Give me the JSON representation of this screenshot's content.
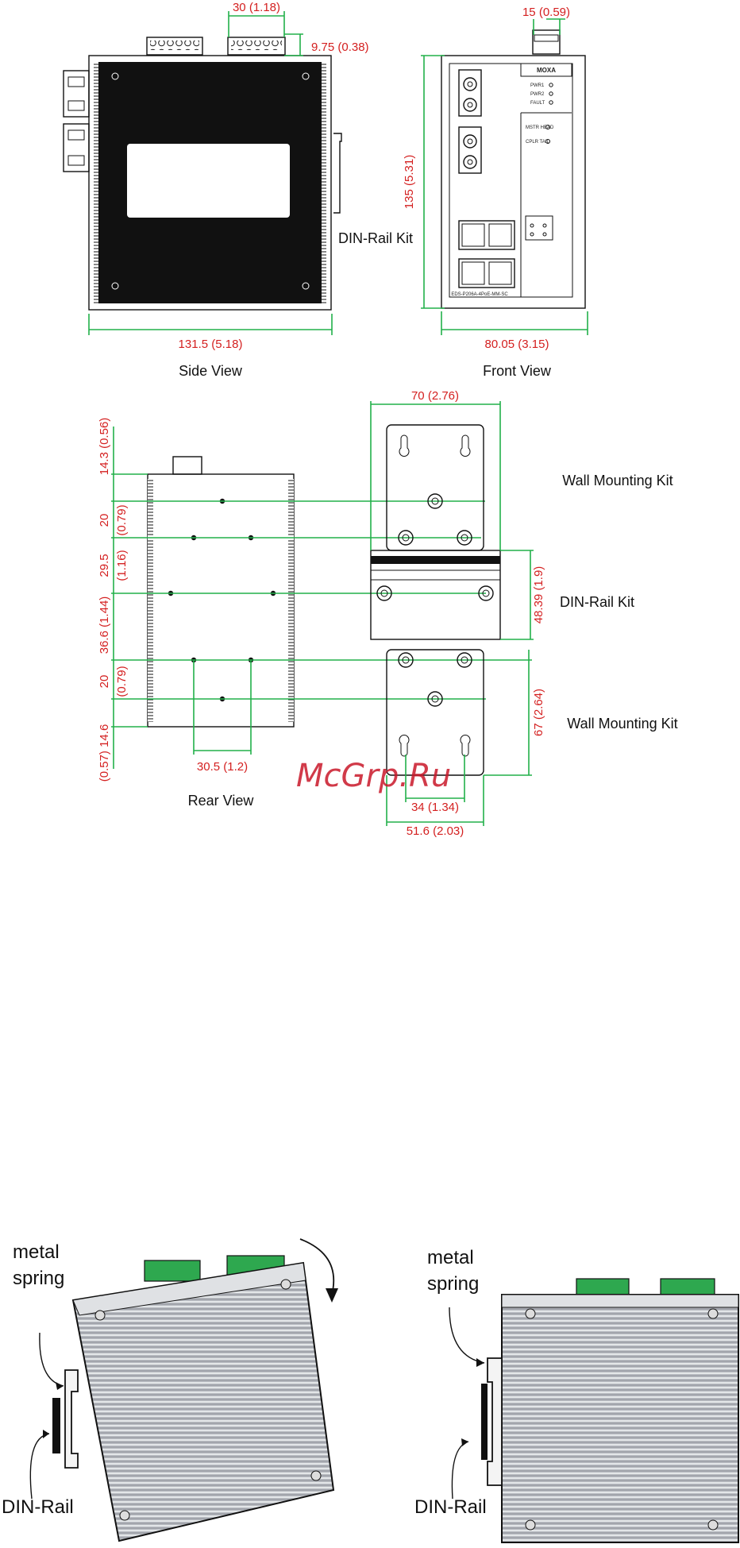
{
  "top": {
    "dim_terminal_width": "30 (1.18)",
    "dim_terminal_height": "9.75 (0.38)",
    "dim_side_width": "131.5 (5.18)",
    "dim_front_top": "15 (0.59)",
    "dim_front_height": "135 (5.31)",
    "dim_front_width": "80.05 (3.15)",
    "label_din_rail_kit": "DIN-Rail Kit",
    "label_side_view": "Side View",
    "label_front_view": "Front View",
    "front_panel_text": [
      "MOXA",
      "PWR1",
      "PWR2",
      "FAULT",
      "MSTR HEAD",
      "CPLR TAIL",
      "EDS-P206A-4PoE-MM-SC"
    ]
  },
  "rear": {
    "dim_v1": "14.3 (0.56)",
    "dim_v2a": "20",
    "dim_v2b": "(0.79)",
    "dim_v3a": "29.5",
    "dim_v3b": "(1.16)",
    "dim_v4": "36.6 (1.44)",
    "dim_v5a": "20",
    "dim_v5b": "(0.79)",
    "dim_v6": "(0.57) 14.6",
    "dim_hole_spacing": "30.5 (1.2)",
    "label_rear_view": "Rear View"
  },
  "kits": {
    "dim_wall_width": "70 (2.76)",
    "label_wall_mounting_kit_1": "Wall Mounting Kit",
    "label_din_rail_kit": "DIN-Rail Kit",
    "dim_din_rail_height": "48.39 (1.9)",
    "label_wall_mounting_kit_2": "Wall Mounting Kit",
    "dim_wall_height": "67 (2.64)",
    "dim_bottom_hole": "34 (1.34)",
    "dim_bottom_width": "51.6 (2.03)"
  },
  "watermark": "McGrp.Ru",
  "install": {
    "left_metal_spring": [
      "metal",
      "spring"
    ],
    "left_din_rail": "DIN-Rail",
    "right_metal_spring": [
      "metal",
      "spring"
    ],
    "right_din_rail": "DIN-Rail"
  },
  "colors": {
    "dimension_text": "#d42020",
    "dimension_line": "#22b04a",
    "terminal_block": "#2ea84f"
  }
}
